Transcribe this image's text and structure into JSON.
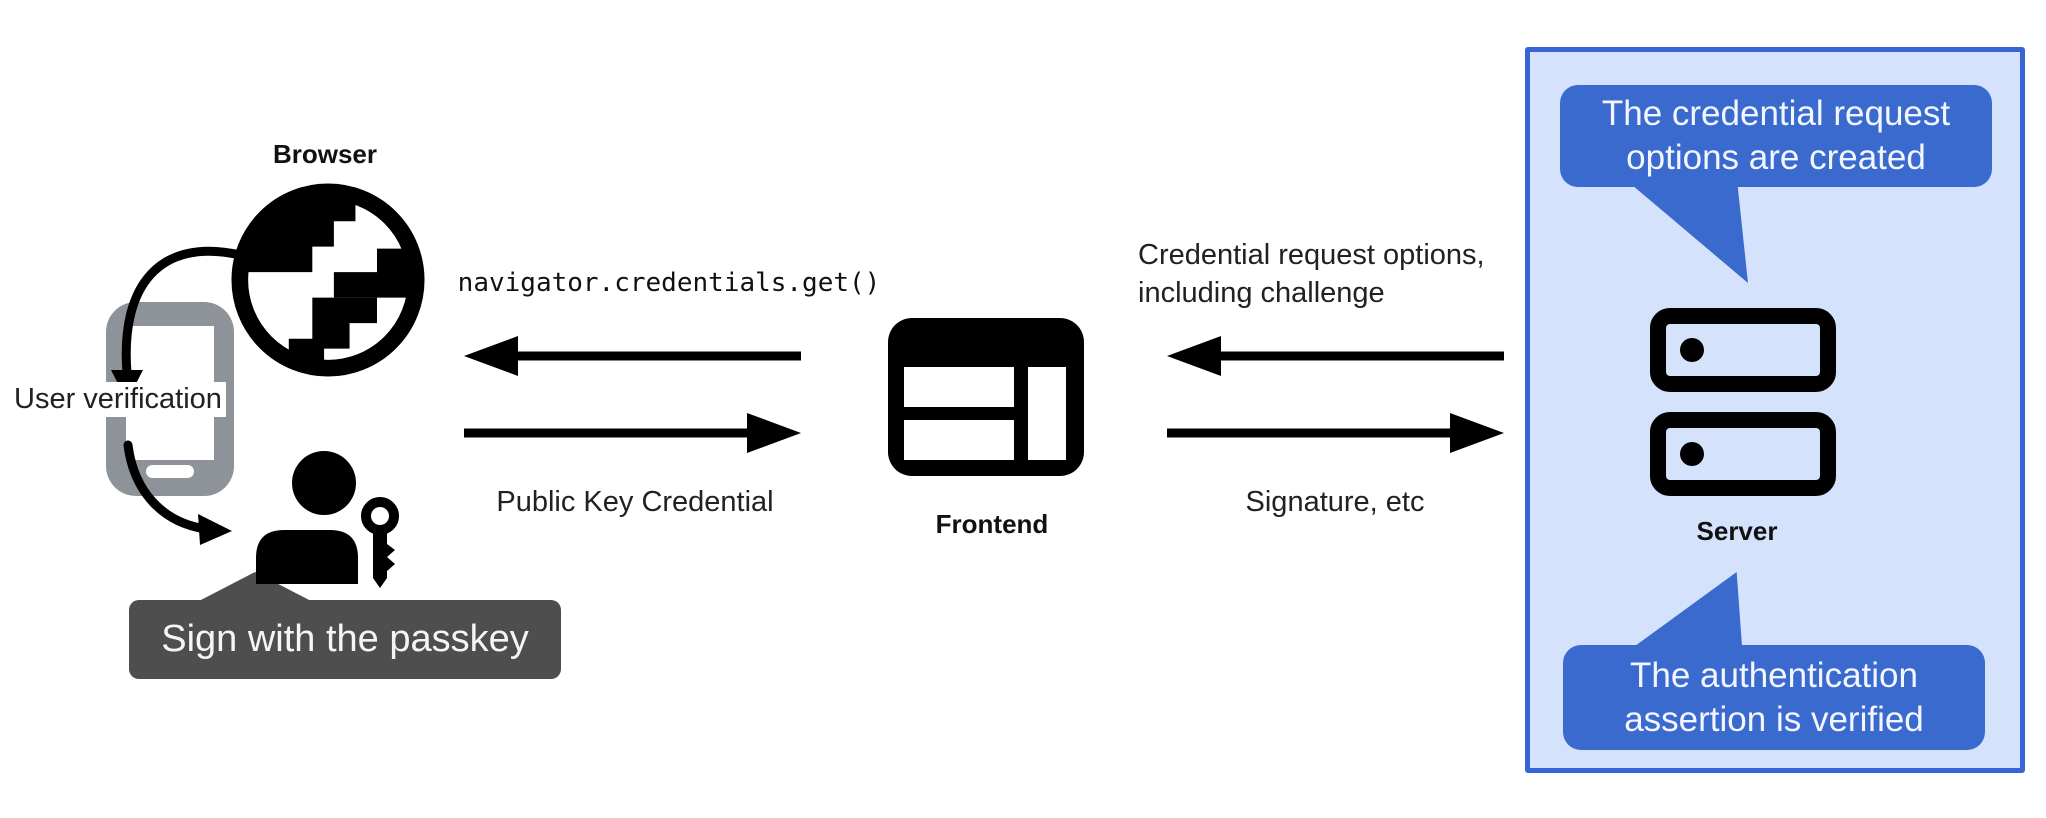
{
  "diagram": {
    "actors": {
      "browser_label": "Browser",
      "frontend_label": "Frontend",
      "server_label": "Server"
    },
    "left": {
      "user_verification": "User verification",
      "sign_tooltip": "Sign with the passkey"
    },
    "flows": {
      "get_call": "navigator.credentials.get()",
      "public_key_credential": "Public Key Credential",
      "cred_request_line1": "Credential request options,",
      "cred_request_line2": "including challenge",
      "signature": "Signature, etc"
    },
    "server_panel": {
      "bubble_top_line1": "The credential request",
      "bubble_top_line2": "options are created",
      "bubble_bottom_line1": "The authentication",
      "bubble_bottom_line2": "assertion is verified"
    },
    "colors": {
      "bubble_blue": "#3a6ace",
      "panel_fill": "#d4e2fb",
      "panel_border": "#3565d6",
      "tooltip_gray": "#4e4e4e",
      "phone_gray": "#8d9399",
      "ink": "#111111"
    }
  }
}
